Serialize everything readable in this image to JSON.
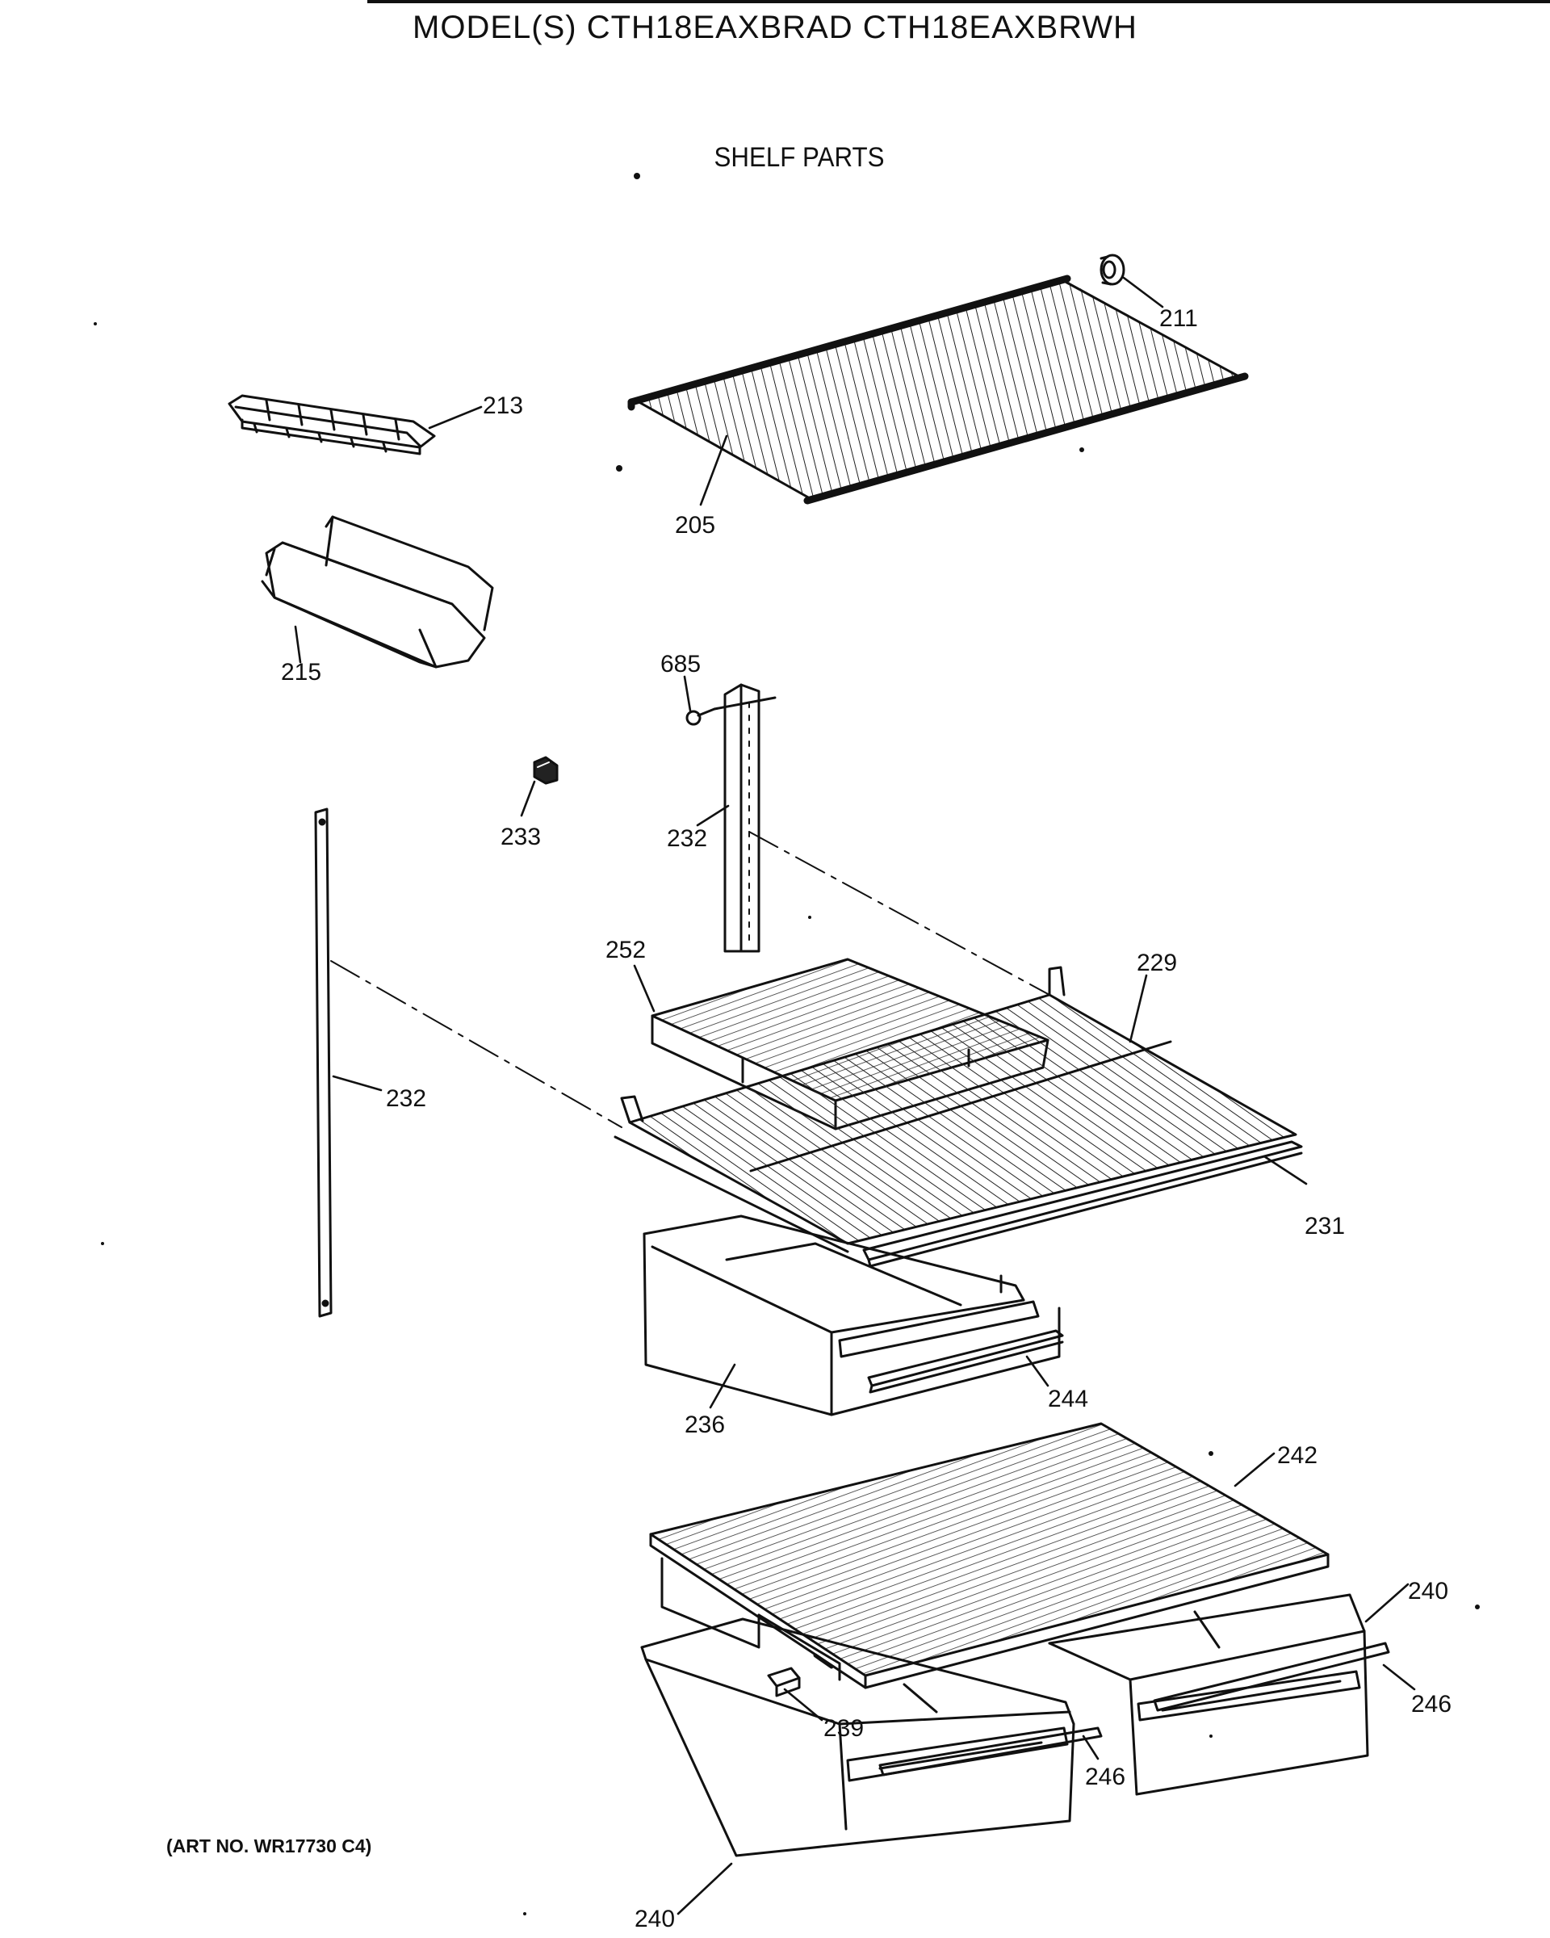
{
  "header": {
    "model_title": "MODEL(S) CTH18EAXBRAD  CTH18EAXBRWH",
    "section_title": "SHELF PARTS"
  },
  "footer": {
    "art_number": "(ART NO. WR17730 C4)"
  },
  "callouts": {
    "c211": "211",
    "c213": "213",
    "c205": "205",
    "c215": "215",
    "c685": "685",
    "c233": "233",
    "c232_upper": "232",
    "c232_left": "232",
    "c252": "252",
    "c229": "229",
    "c231": "231",
    "c244": "244",
    "c236": "236",
    "c242": "242",
    "c240_right": "240",
    "c246_right": "246",
    "c239": "239",
    "c246_left": "246",
    "c240_left": "240"
  }
}
